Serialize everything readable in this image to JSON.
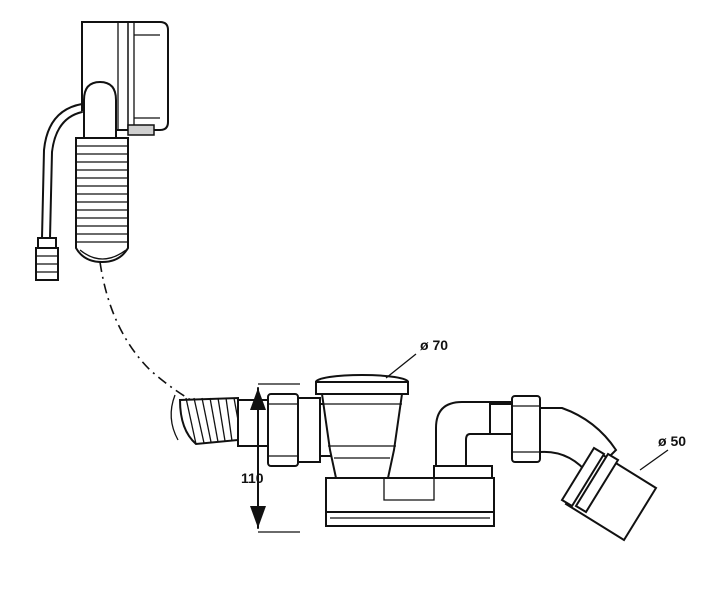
{
  "labels": {
    "diameter_70": "ø 70",
    "diameter_50": "ø 50",
    "height_110": "110"
  }
}
